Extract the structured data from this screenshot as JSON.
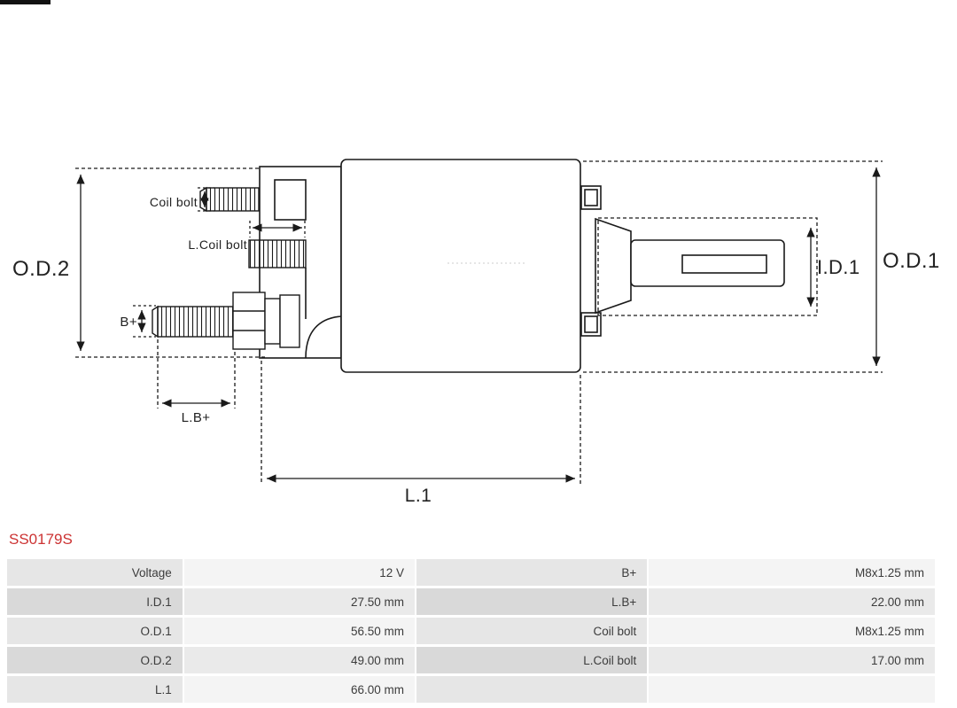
{
  "product": {
    "code": "SS0179S"
  },
  "diagram": {
    "labels": {
      "od2": "O.D.2",
      "od1": "O.D.1",
      "id1": "I.D.1",
      "coil_bolt": "Coil bolt",
      "l_coil_bolt": "L.Coil bolt",
      "b_plus": "B+",
      "l_b_plus": "L.B+",
      "l1": "L.1"
    }
  },
  "colors": {
    "product_code": "#cc3333",
    "line": "#1a1a1a"
  },
  "table": {
    "rows": [
      {
        "cells": [
          "Voltage",
          "12 V",
          "B+",
          "M8x1.25 mm"
        ]
      },
      {
        "cells": [
          "I.D.1",
          "27.50 mm",
          "L.B+",
          "22.00 mm"
        ]
      },
      {
        "cells": [
          "O.D.1",
          "56.50 mm",
          "Coil bolt",
          "M8x1.25 mm"
        ]
      },
      {
        "cells": [
          "O.D.2",
          "49.00 mm",
          "L.Coil bolt",
          "17.00 mm"
        ]
      },
      {
        "cells": [
          "L.1",
          "66.00 mm",
          "",
          ""
        ]
      }
    ]
  }
}
